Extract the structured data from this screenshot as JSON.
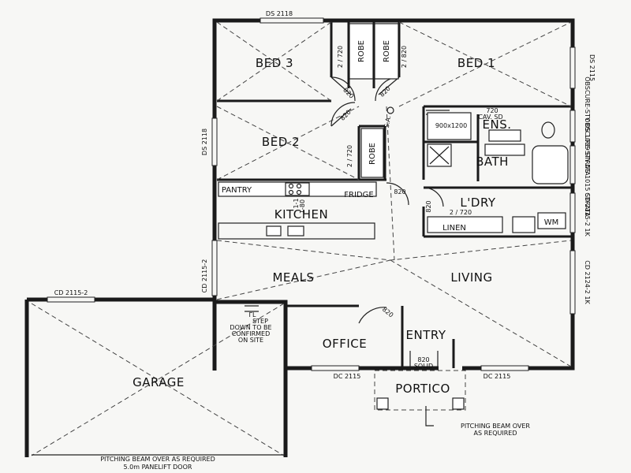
{
  "rooms": {
    "bed3": "BED 3",
    "bed1": "BED 1",
    "bed2": "BED 2",
    "ens": "ENS.",
    "bath": "BATH",
    "ldry": "L'DRY",
    "kitchen": "KITCHEN",
    "meals": "MEALS",
    "living": "LIVING",
    "office": "OFFICE",
    "entry": "ENTRY",
    "garage": "GARAGE",
    "portico": "PORTICO"
  },
  "fixtures": {
    "robe": "ROBE",
    "pantry": "PANTRY",
    "fridge": "FRIDGE",
    "linen": "LINEN",
    "wm": "WM",
    "shower": "900x1200",
    "sa": "S.A."
  },
  "windows": {
    "ds2118_top": "DS 2118",
    "ds2118_left": "DS 2118",
    "ds2115_right": "DS 2115",
    "obs_ens": "OBSCURE-STY DS 1039 STRATA",
    "obs_bath": "OBSCURE-STY DS 1015 STRATA",
    "cd2115_2_ldry": "CD 2115-2 1K",
    "cd2124_2": "CD 2124-2 1K",
    "cd2115_2_meals": "CD 2115-2",
    "cd2115_2_garage": "CD 2115-2",
    "dc2115_left": "DC 2115",
    "dc2115_right": "DC 2115"
  },
  "doors": {
    "d2_720_bed3": "2 / 720",
    "d2_820_bed1": "2 / 820",
    "d820_a": "820",
    "d820_b": "820",
    "d820_c": "820",
    "d720_ens": "720",
    "cav": "CAV. SD",
    "d2_720_bed2": "2 / 720",
    "d820_kitchen": "820",
    "d820_ldry": "820",
    "d2_720_ldry": "2 / 720",
    "d820_office": "820",
    "d820_entry": "820",
    "solid": "SOLID",
    "step_line1": "STEP",
    "step_line2": "DOWN TO BE",
    "step_line3": "CONFIRMED",
    "step_line4": "ON SITE",
    "step_marker": "ΓL"
  },
  "dims": {
    "kitchen_w1": "1-1",
    "kitchen_w2": "1-80"
  },
  "notes": {
    "portico_beam_line1": "PITCHING BEAM OVER",
    "portico_beam_line2": "AS REQUIRED",
    "garage_beam": "PITCHING BEAM OVER AS REQUIRED",
    "garage_door": "5.0m PANELIFT DOOR"
  }
}
